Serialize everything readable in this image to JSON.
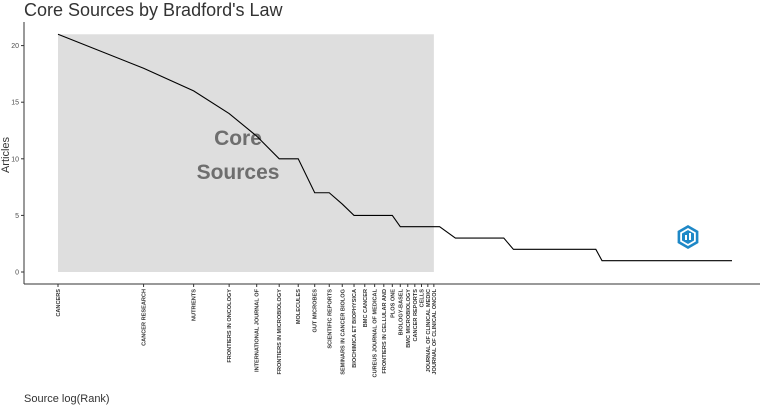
{
  "chart_data": {
    "type": "line",
    "title": "Core Sources by Bradford's Law",
    "xlabel": "Source log(Rank)",
    "ylabel": "Articles",
    "ylim": [
      0,
      22
    ],
    "yticks": [
      0,
      5,
      10,
      15,
      20
    ],
    "x_scale": "log",
    "core_zone_label": [
      "Core",
      "Sources"
    ],
    "core_zone_colour": "#dedede",
    "line_colour": "#000000",
    "grid": false,
    "sources": [
      {
        "rank": 1,
        "name": "CANCERS",
        "articles": 21
      },
      {
        "rank": 2,
        "name": "CANCER RESEARCH",
        "articles": 18
      },
      {
        "rank": 3,
        "name": "NUTRIENTS",
        "articles": 16
      },
      {
        "rank": 4,
        "name": "FRONTIERS IN ONCOLOGY",
        "articles": 14
      },
      {
        "rank": 5,
        "name": "INTERNATIONAL JOURNAL OF",
        "articles": 12
      },
      {
        "rank": 6,
        "name": "FRONTIERS IN MICROBIOLOGY",
        "articles": 10
      },
      {
        "rank": 7,
        "name": "MOLECULES",
        "articles": 10
      },
      {
        "rank": 8,
        "name": "GUT MICROBES",
        "articles": 7
      },
      {
        "rank": 9,
        "name": "SCIENTIFIC REPORTS",
        "articles": 7
      },
      {
        "rank": 10,
        "name": "SEMINARS IN CANCER BIOLOG",
        "articles": 6
      },
      {
        "rank": 11,
        "name": "BIOCHIMICA ET BIOPHYSICA",
        "articles": 5
      },
      {
        "rank": 12,
        "name": "BMC CANCER",
        "articles": 5
      },
      {
        "rank": 13,
        "name": "CUREUS JOURNAL OF MEDICAL",
        "articles": 5
      },
      {
        "rank": 14,
        "name": "FRONTIERS IN CELLULAR AND",
        "articles": 5
      },
      {
        "rank": 15,
        "name": "PLOS ONE",
        "articles": 5
      },
      {
        "rank": 16,
        "name": "BIOLOGY-BASEL",
        "articles": 4
      },
      {
        "rank": 17,
        "name": "BMC MICROBIOLOGY",
        "articles": 4
      },
      {
        "rank": 18,
        "name": "CANCER REPORTS",
        "articles": 4
      },
      {
        "rank": 19,
        "name": "CELLS",
        "articles": 4
      },
      {
        "rank": 20,
        "name": "JOURNAL OF CLINICAL MEDIC",
        "articles": 4
      },
      {
        "rank": 21,
        "name": "JOURNAL OF CLINICAL ONCOL",
        "articles": 4
      }
    ],
    "tail": [
      {
        "rank": 22,
        "articles": 4
      },
      {
        "rank": 25,
        "articles": 3
      },
      {
        "rank": 37,
        "articles": 3
      },
      {
        "rank": 40,
        "articles": 2
      },
      {
        "rank": 78,
        "articles": 2
      },
      {
        "rank": 82,
        "articles": 1
      },
      {
        "rank": 235,
        "articles": 1
      }
    ]
  }
}
